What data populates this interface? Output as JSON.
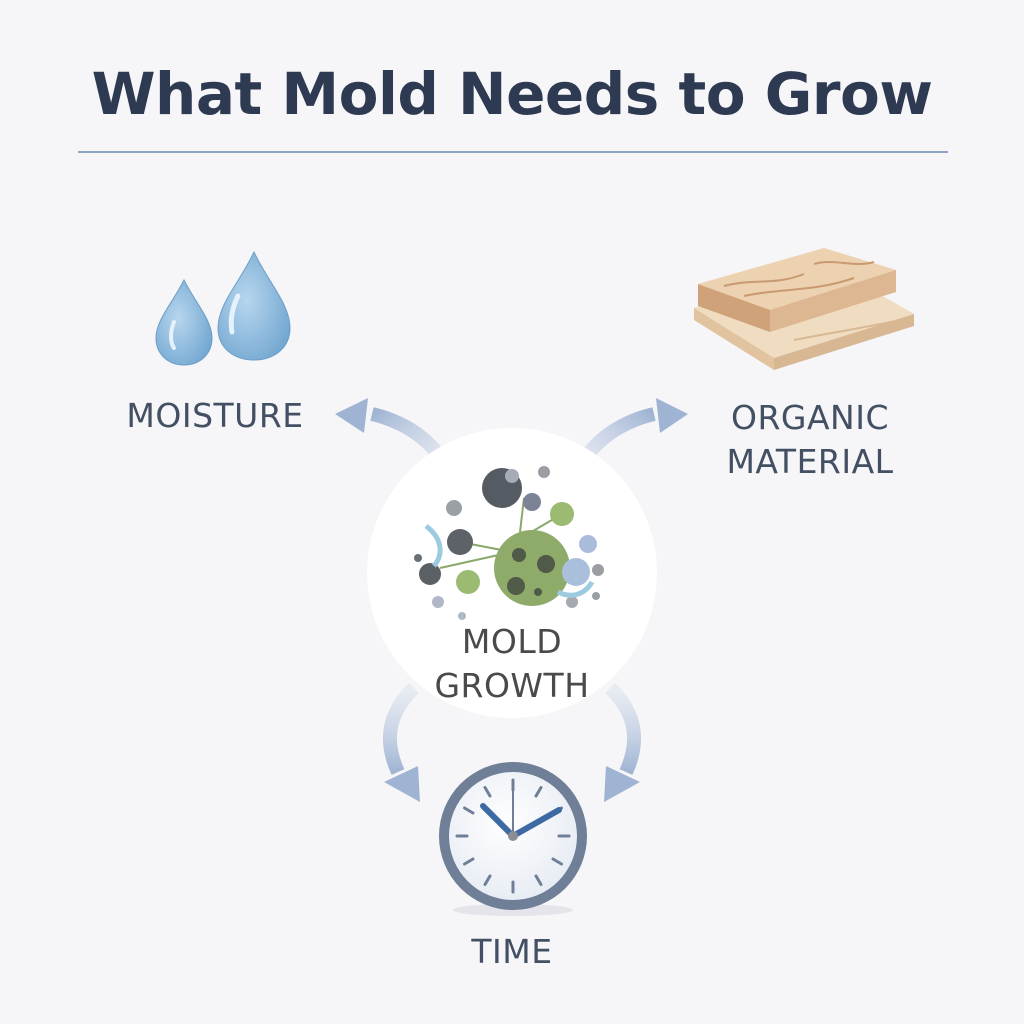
{
  "title": "What Mold Needs to Grow",
  "nodes": {
    "moisture": {
      "label": "MOISTURE",
      "icon": "water-drops-icon"
    },
    "organic": {
      "label_line1": "ORGANIC",
      "label_line2": "MATERIAL",
      "icon": "wood-planks-icon"
    },
    "center": {
      "label_line1": "MOLD",
      "label_line2": "GROWTH",
      "icon": "mold-spores-icon"
    },
    "time": {
      "label": "TIME",
      "icon": "clock-icon"
    }
  },
  "colors": {
    "background": "#f6f5f7",
    "title": "#2d3a52",
    "rule": "#8ea4c4",
    "label": "#434f63",
    "arrow": "#9fb4d3",
    "water": "#7fb0d6",
    "wood": "#e8cfae",
    "mold_green": "#8fab6a",
    "clock_rim": "#6f7f98",
    "clock_hand": "#3d6aa3"
  }
}
